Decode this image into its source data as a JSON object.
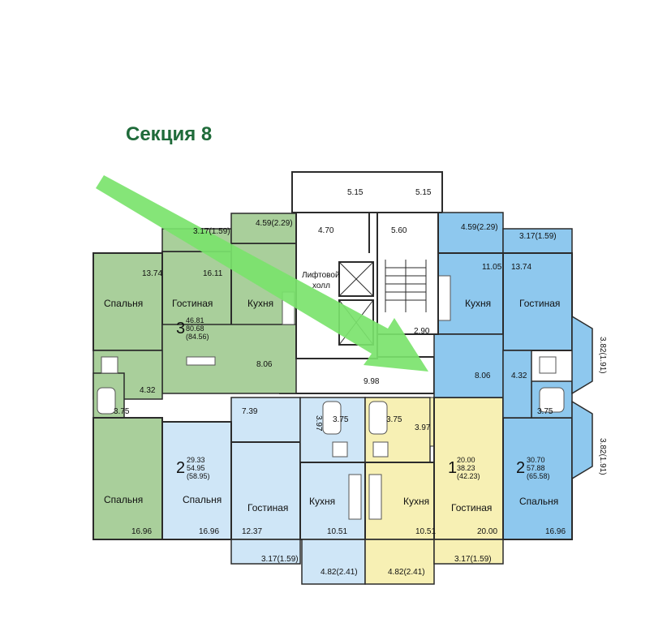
{
  "section_title": "Секция 8",
  "colors": {
    "green_apartment": "#a9cf9b",
    "blue_apartment": "#8ec8ee",
    "light_blue_apartment": "#cfe6f7",
    "yellow_apartment": "#f7f0b4",
    "title": "#1f6b3a",
    "arrow": "#7be36c",
    "wall": "#2b2b2b"
  },
  "common": {
    "elevator_hall": [
      "Лифтовой",
      "холл"
    ],
    "corridor_area": "9.98",
    "top_left_area": "5.15",
    "top_right_area": "5.15",
    "vestibule_left": "4.70",
    "vestibule_right": "5.60",
    "stair_area": "2.90"
  },
  "apt_3room": {
    "rooms": "3",
    "total": "46.81",
    "living": "80.68",
    "with_balcony": "(84.56)",
    "balcony_top": "3.17(1.59)",
    "loggia_top": "4.59(2.29)",
    "bedroom1": {
      "label": "Спальня",
      "area": "13.74"
    },
    "living_room": {
      "label": "Гостиная",
      "area": "16.11"
    },
    "kitchen": {
      "label": "Кухня",
      "area": ""
    },
    "hall": "8.06",
    "corridor": "4.32",
    "bath": "3.75",
    "bedroom2": {
      "label": "Спальня",
      "area": "16.96"
    }
  },
  "apt_2room_left": {
    "rooms": "2",
    "total": "29.33",
    "living": "54.95",
    "with_balcony": "(58.95)",
    "hall": "7.39",
    "bath": "3.97",
    "bedroom": {
      "label": "Спальня",
      "area": "16.96"
    },
    "living_room": {
      "label": "Гостиная",
      "area": "12.37"
    },
    "balcony_bottom": "3.17(1.59)"
  },
  "apt_1room_left": {
    "kitchen": {
      "label": "Кухня",
      "area": "10.51"
    },
    "bath": "3.75",
    "loggia_bottom": "4.82(2.41)"
  },
  "apt_1room": {
    "rooms": "1",
    "total": "20.00",
    "living": "38.23",
    "with_balcony": "(42.23)",
    "kitchen": {
      "label": "Кухня",
      "area": "10.51"
    },
    "living_room": {
      "label": "Гостиная",
      "area": "20.00"
    },
    "hall": "3.97",
    "bath": "3.75",
    "loggia_bottom": "4.82(2.41)",
    "balcony_bottom": "3.17(1.59)"
  },
  "apt_2room_right": {
    "rooms": "2",
    "total": "30.70",
    "living": "57.88",
    "with_balcony": "(65.58)",
    "bedroom": {
      "label": "Спальня",
      "area": "16.96"
    },
    "bath": "3.75",
    "balcony_side": "3.82(1.91)"
  },
  "apt_2room_right_top": {
    "loggia_top": "4.59(2.29)",
    "balcony_top": "3.17(1.59)",
    "kitchen": {
      "label": "Кухня",
      "area": "11.05"
    },
    "living_room": {
      "label": "Гостиная",
      "area": "13.74"
    },
    "hall": "8.06",
    "corridor": "4.32",
    "bath": "3.75",
    "balcony_side": "3.82(1.91)"
  }
}
